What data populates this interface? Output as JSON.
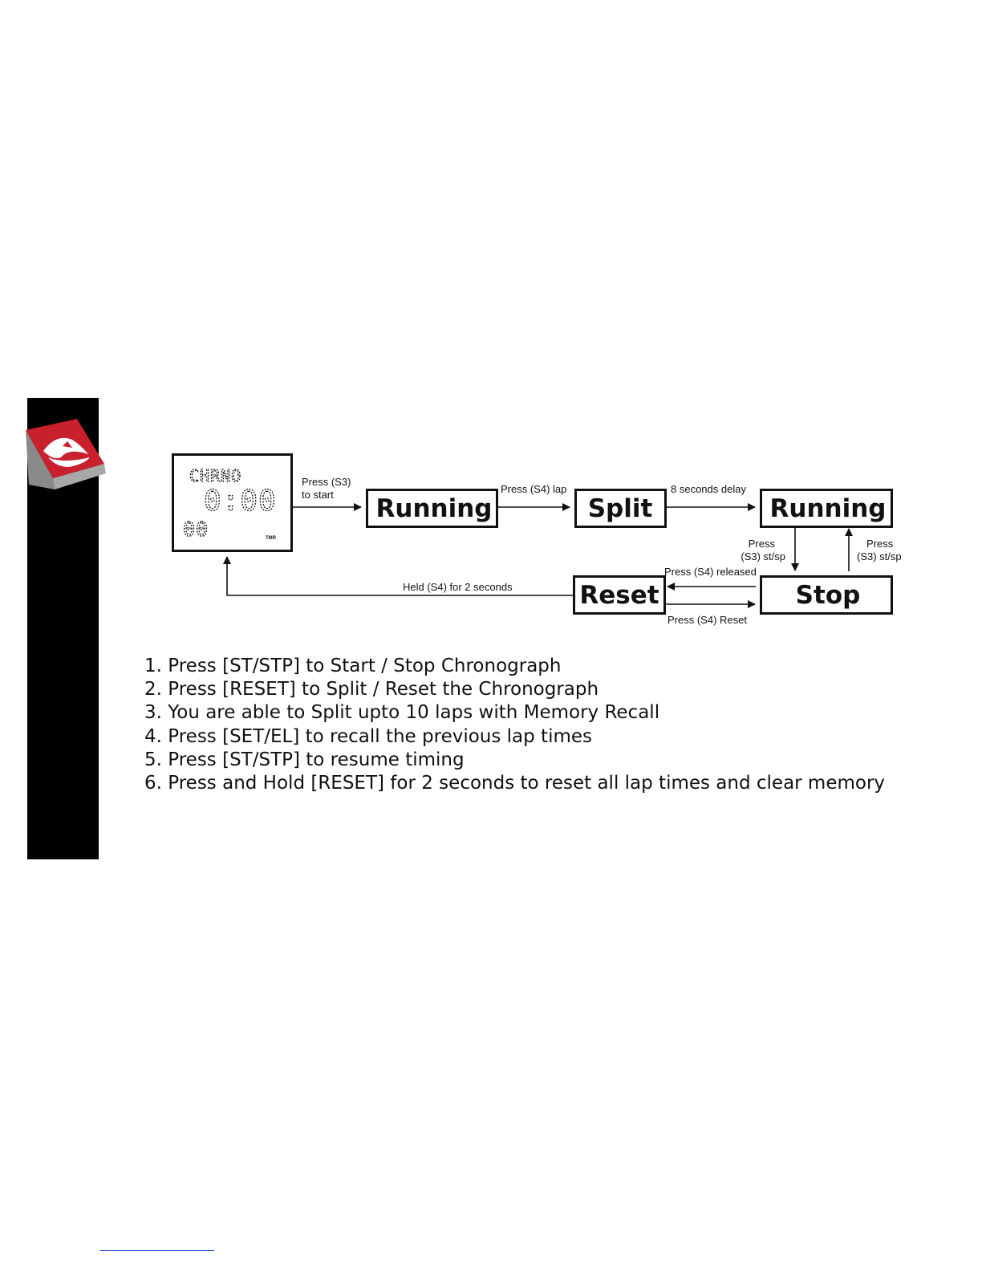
{
  "diagram": {
    "lcd": {
      "mode_text": "CHRNO",
      "time_text": "0:00",
      "sub_text": "00",
      "indicator": "TMR"
    },
    "states": {
      "running_1": "Running",
      "split": "Split",
      "running_2": "Running",
      "stop": "Stop",
      "reset": "Reset"
    },
    "edges": {
      "start_line1": "Press (S3)",
      "start_line2": "to start",
      "lap": "Press (S4) lap",
      "delay": "8 seconds delay",
      "stop_line1": "Press",
      "stop_line2": "(S3) st/sp",
      "resume_line1": "Press",
      "resume_line2": "(S3) st/sp",
      "released": "Press (S4) released",
      "reset_press": "Press (S4) Reset",
      "held": "Held (S4) for 2 seconds"
    }
  },
  "instructions": [
    "1. Press [ST/STP] to Start / Stop Chronograph",
    "2. Press [RESET] to Split / Reset the Chronograph",
    "3. You are able to Split upto 10 laps with Memory Recall",
    "4. Press [SET/EL] to recall the previous lap times",
    "5. Press [ST/STP] to resume timing",
    "6. Press and Hold [RESET] for 2 seconds to reset all lap times and clear memory"
  ],
  "colors": {
    "brand_red": "#c8202c",
    "side_bar": "#000000",
    "ink": "#111111"
  },
  "icons": {
    "brand_logo": "mountain-wave-logo-icon"
  }
}
